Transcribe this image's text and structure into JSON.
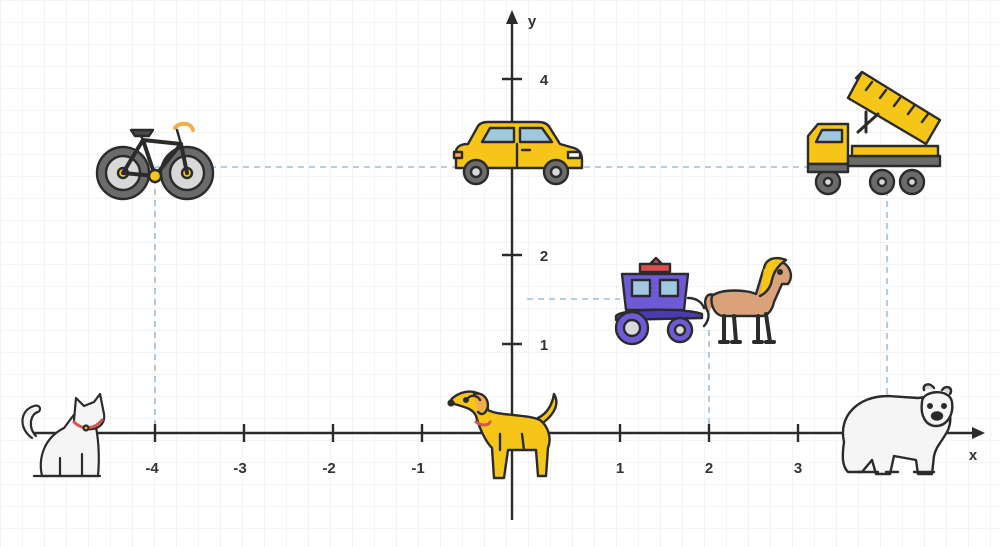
{
  "axes": {
    "x_label": "x",
    "y_label": "y",
    "x_ticks": [
      "-4",
      "-3",
      "-2",
      "-1",
      "1",
      "2",
      "3"
    ],
    "y_ticks": [
      "4",
      "2",
      "1"
    ],
    "x_range": [
      -5.75,
      5.25
    ],
    "y_range": [
      -1,
      4.7
    ]
  },
  "objects": [
    {
      "name": "cat-icon",
      "x": -5,
      "y": 0
    },
    {
      "name": "bicycle-icon",
      "x": -4,
      "y": 3
    },
    {
      "name": "car-icon",
      "x": 0,
      "y": 3
    },
    {
      "name": "dump-truck-icon",
      "x": 4,
      "y": 3
    },
    {
      "name": "carriage-icon",
      "x": 1.6,
      "y": 1.5
    },
    {
      "name": "horse-icon",
      "x": 2.5,
      "y": 1.5
    },
    {
      "name": "dog-icon",
      "x": 0,
      "y": 0
    },
    {
      "name": "polar-bear-icon",
      "x": 4.3,
      "y": 0
    }
  ],
  "guides": [
    {
      "from": "bicycle",
      "x": -4,
      "y": 3
    },
    {
      "from": "truck",
      "x": 4.2,
      "y": 3
    },
    {
      "from": "carriage",
      "x": 2,
      "y": 1.5
    }
  ],
  "colors": {
    "grid": "#e6e6e6",
    "axis": "#2b2b2b",
    "guide": "#9dbfd6"
  }
}
